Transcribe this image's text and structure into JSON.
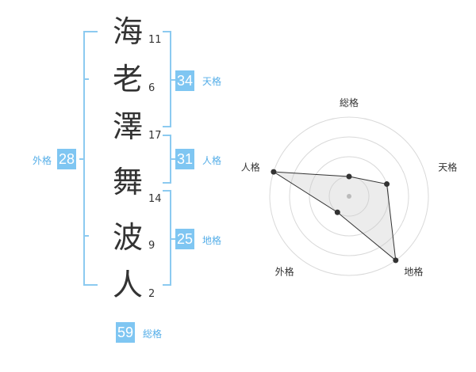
{
  "name": {
    "chars": [
      {
        "char": "海",
        "strokes": "11"
      },
      {
        "char": "老",
        "strokes": "6"
      },
      {
        "char": "澤",
        "strokes": "17"
      },
      {
        "char": "舞",
        "strokes": "14"
      },
      {
        "char": "波",
        "strokes": "9"
      },
      {
        "char": "人",
        "strokes": "2"
      }
    ]
  },
  "kaku": {
    "tenkaku": {
      "label": "天格",
      "value": "34"
    },
    "jinkaku": {
      "label": "人格",
      "value": "31"
    },
    "chikaku": {
      "label": "地格",
      "value": "25"
    },
    "gaikaku": {
      "label": "外格",
      "value": "28"
    },
    "soukaku": {
      "label": "総格",
      "value": "59"
    }
  },
  "colors": {
    "accent": "#7fc6f2",
    "accent_text": "#55aee8",
    "bracket": "#8ccaf0"
  },
  "chart_data": {
    "type": "radar",
    "axes": [
      "総格",
      "天格",
      "地格",
      "外格",
      "人格"
    ],
    "levels": 4,
    "max": 4,
    "values": [
      1,
      2,
      4,
      1,
      4
    ]
  }
}
